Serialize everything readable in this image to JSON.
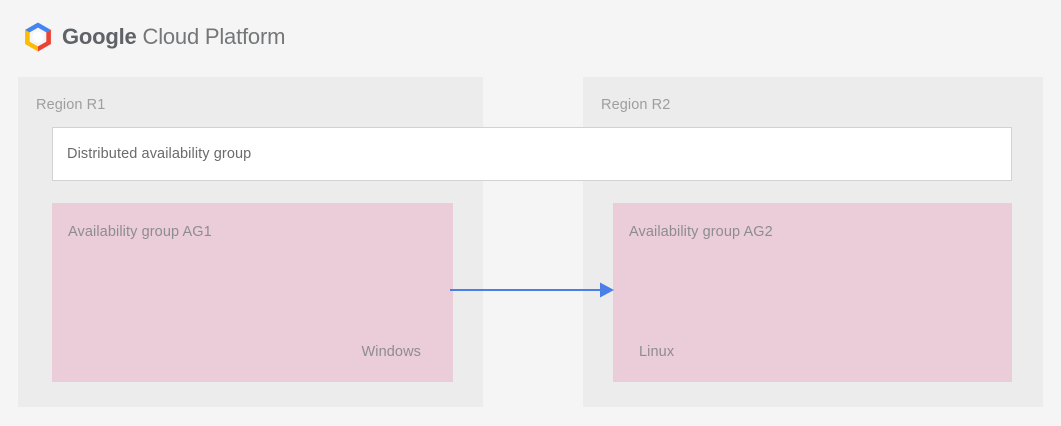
{
  "header": {
    "logo_icon": "google-cloud-platform-logo-icon",
    "brand": "Google",
    "product": "Cloud Platform",
    "colors": {
      "logo_blue": "#4285f4",
      "logo_yellow": "#fbbc05",
      "logo_red": "#ea4335",
      "logo_center": "#ffffff",
      "text": "#5f6368"
    }
  },
  "diagram": {
    "type": "architecture-diagram",
    "background": "#f5f5f5",
    "regions": [
      {
        "id": "r1",
        "label": "Region R1",
        "fill": "#ececec"
      },
      {
        "id": "r2",
        "label": "Region R2",
        "fill": "#ececec"
      }
    ],
    "distributed_group": {
      "label": "Distributed availability group",
      "fill": "#ffffff",
      "border": "#d2d2d2",
      "spans_regions": [
        "r1",
        "r2"
      ]
    },
    "availability_groups": [
      {
        "id": "ag1",
        "title": "Availability group AG1",
        "os": "Windows",
        "region": "r1",
        "fill": "#ebccd9"
      },
      {
        "id": "ag2",
        "title": "Availability group AG2",
        "os": "Linux",
        "region": "r2",
        "fill": "#ebccd9"
      }
    ],
    "connector": {
      "from": "ag1",
      "to": "ag2",
      "direction": "right",
      "color": "#4a7fe8",
      "style": "solid-arrow"
    }
  }
}
